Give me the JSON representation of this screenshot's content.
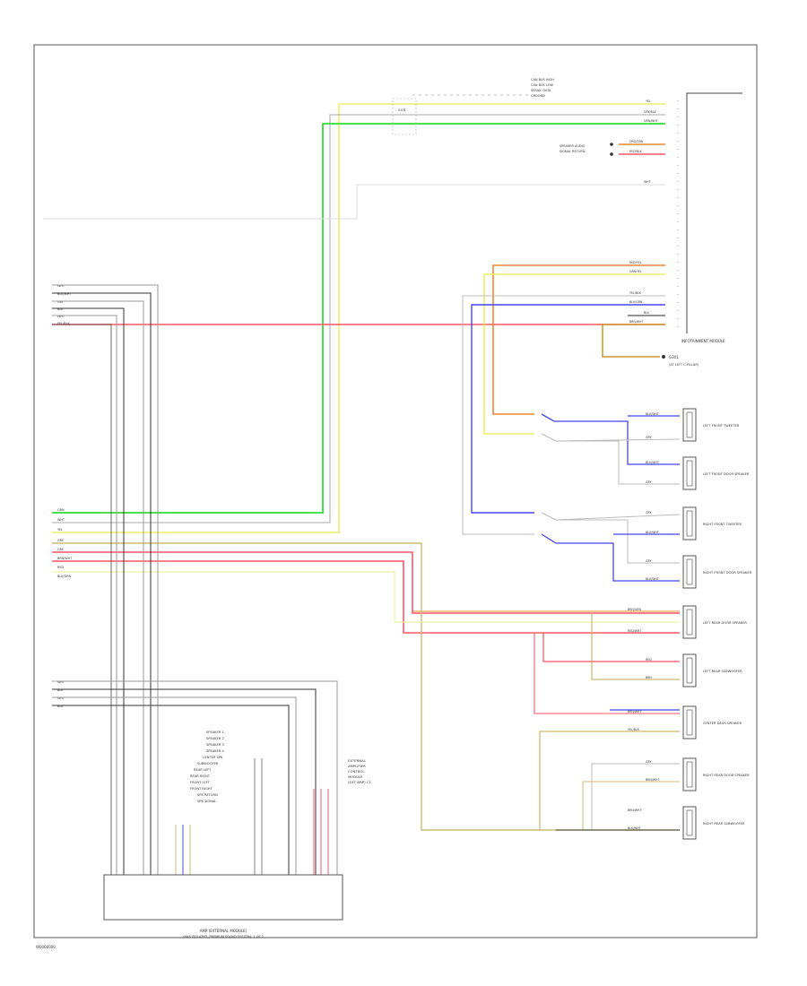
{
  "diagram": {
    "footer_code": "W0000000",
    "main_module": {
      "label_1": "AMP (EXTERNAL MODULE)",
      "label_2": "(HAS ISOLATED, PREMIUM SOUND SYSTEM), 1 OF 2"
    },
    "radio_module": {
      "label": "INFOTAINMENT MODULE"
    },
    "ground_label": "G301",
    "ground_note": "(AT LEFT C-PILLAR)",
    "splice_label": "S101",
    "top_note": [
      "CAN BUS HIGH",
      "CAN BUS LOW",
      "SERIAL DATA",
      "GROUND"
    ],
    "note_mid": [
      "SPEAKER AUDIO",
      "SIGNAL RETURN"
    ],
    "amp_callout": [
      "EXTERNAL",
      "AMPLIFIER",
      "CONTROL",
      "MODULE",
      "(EXT AMP) C1"
    ],
    "inner_labels": [
      "SPEAKER 1",
      "SPEAKER 2",
      "SPEAKER 3",
      "SPEAKER 4",
      "CENTER SPK",
      "SUBWOOFER",
      "REAR LEFT",
      "REAR RIGHT",
      "FRONT LEFT",
      "FRONT RIGHT",
      "SPK RETURN",
      "SPK SIGNAL"
    ],
    "wire_colors": {
      "green": "#33dd33",
      "yellow": "#eeee66",
      "red": "#ff5566",
      "orange": "#ee8833",
      "blue": "#4444ee",
      "gray": "#999999",
      "black": "#333333",
      "tan": "#ccbb77"
    },
    "left_pins_top": [
      "WHT",
      "BLK/WHT",
      "GRY",
      "BLK",
      "WHT",
      "YEL/BLK"
    ],
    "left_pins_mid": [
      "GRN",
      "WHT",
      "YEL",
      "GRY",
      "GRY",
      "BRN/WHT",
      "RED",
      "BLK/GRN"
    ],
    "left_pins_bot": [
      "WHT",
      "BLK",
      "WHT",
      "BLK"
    ],
    "wire_tags_right": [
      "YEL",
      "GRY/BLK",
      "GRN/WHT",
      "ORG/GRN",
      "RED/BLK",
      "WHT",
      "RED/YEL",
      "GRN/YEL",
      "YEL/BLK",
      "BLU/GRN",
      "BLK",
      "BRN/WHT"
    ],
    "speakers": [
      {
        "name": "LEFT FRONT TWEETER",
        "pins": [
          "BLU/WHT",
          "GRY"
        ]
      },
      {
        "name": "LEFT FRONT DOOR SPEAKER",
        "pins": [
          "BLU/WHT",
          "GRY"
        ]
      },
      {
        "name": "RIGHT FRONT TWEETER",
        "pins": [
          "GRY",
          "BLU/WHT"
        ]
      },
      {
        "name": "RIGHT FRONT DOOR SPEAKER",
        "pins": [
          "GRY",
          "BLU/WHT"
        ]
      },
      {
        "name": "LEFT REAR DOOR SPEAKER",
        "pins": [
          "BRN/GRN",
          "RED/WHT"
        ]
      },
      {
        "name": "LEFT REAR SUBWOOFER",
        "pins": [
          "RED",
          "BRN"
        ]
      },
      {
        "name": "CENTER DASH SPEAKER",
        "pins": [
          "BRN/WHT",
          "YEL/BLK"
        ]
      },
      {
        "name": "RIGHT REAR DOOR SPEAKER",
        "pins": [
          "GRY",
          "BRN/WHT"
        ]
      },
      {
        "name": "RIGHT REAR SUBWOOFER",
        "pins": [
          "BRN/WHT",
          "BLK/WHT"
        ]
      }
    ]
  }
}
